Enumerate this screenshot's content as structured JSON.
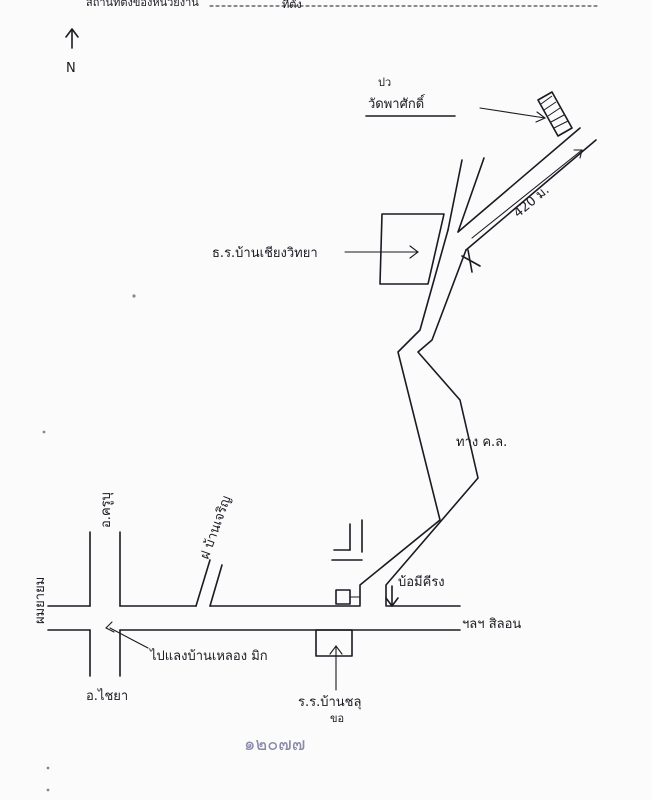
{
  "header": {
    "left_text": "สถานที่ตั้งของหน่วยงาน",
    "center_text": "ที่ตั้ง"
  },
  "north_label": "N",
  "labels": {
    "temple": "วัดพาศักดิ์",
    "temple_prefix": "ปว",
    "school_top": "ธ.ร.บ้านเชียงวิทยา",
    "distance": "420 ม.",
    "road_name": "ทาง ค.ล.",
    "pond": "บ้อมีคีรง",
    "village_right": "ฯลฯ สิลอน",
    "village_left": "ผมยายม",
    "top_left_road": "อ.ครูบุ",
    "branch_road": "ฝ บ้านเจริญ",
    "bottom_left": "อ.ไชยา",
    "bottom_arrow_label": "ไปแลงบ้านเหลอง มิก",
    "school_bottom": "ร.ร.บ้านชลุ",
    "school_bottom_sub": "ขอ",
    "bottom_number": "๑๒๐๗๗"
  },
  "colors": {
    "ink": "#1a1a22",
    "paper": "#fbfbfb",
    "pencil": "#8a8aa8"
  }
}
